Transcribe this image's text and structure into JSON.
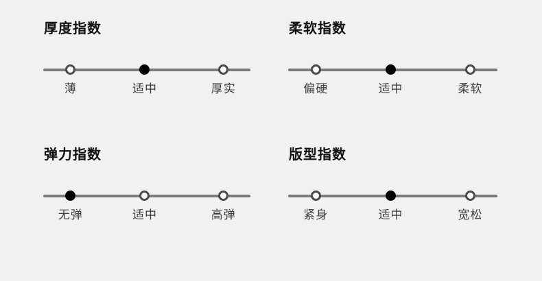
{
  "page": {
    "background_color": "#f1f1f1"
  },
  "colors": {
    "track": "#7b7b7b",
    "stop_ring": "#4a4a4a",
    "stop_fill": "#ffffff",
    "selected_stop": "#000000",
    "title_text": "#111111",
    "label_text": "#3d3d3d"
  },
  "blocks": [
    {
      "title": "厚度指数",
      "selected_index": 1,
      "selected_label": "适中",
      "options": [
        {
          "label": "薄"
        },
        {
          "label": "适中"
        },
        {
          "label": "厚实"
        }
      ]
    },
    {
      "title": "柔软指数",
      "selected_index": 1,
      "selected_label": "适中",
      "options": [
        {
          "label": "偏硬"
        },
        {
          "label": "适中"
        },
        {
          "label": "柔软"
        }
      ]
    },
    {
      "title": "弹力指数",
      "selected_index": 0,
      "selected_label": "无弹",
      "options": [
        {
          "label": "无弹"
        },
        {
          "label": "适中"
        },
        {
          "label": "高弹"
        }
      ]
    },
    {
      "title": "版型指数",
      "selected_index": 1,
      "selected_label": "适中",
      "options": [
        {
          "label": "紧身"
        },
        {
          "label": "适中"
        },
        {
          "label": "宽松"
        }
      ]
    }
  ]
}
